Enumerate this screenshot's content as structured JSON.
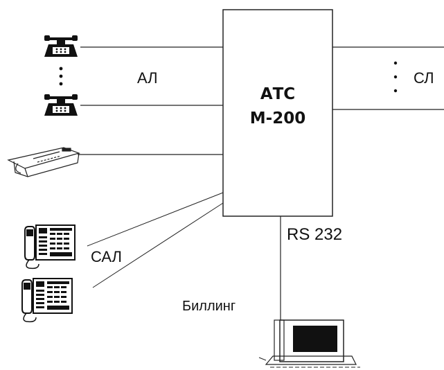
{
  "switch": {
    "name_line1": "АТС",
    "name_line2": "М-200"
  },
  "labels": {
    "subscriber_lines": "АЛ",
    "trunk_lines": "СЛ",
    "digital_lines": "САЛ",
    "serial_port": "RS 232",
    "billing": "Биллинг"
  },
  "colors": {
    "ink": "#111111",
    "line": "#222222",
    "background": "#ffffff"
  },
  "icons": {
    "telephone": "rotary-telephone-icon",
    "fax": "fax-machine-icon",
    "system_phone": "digital-system-phone-icon",
    "computer": "desktop-computer-icon"
  }
}
